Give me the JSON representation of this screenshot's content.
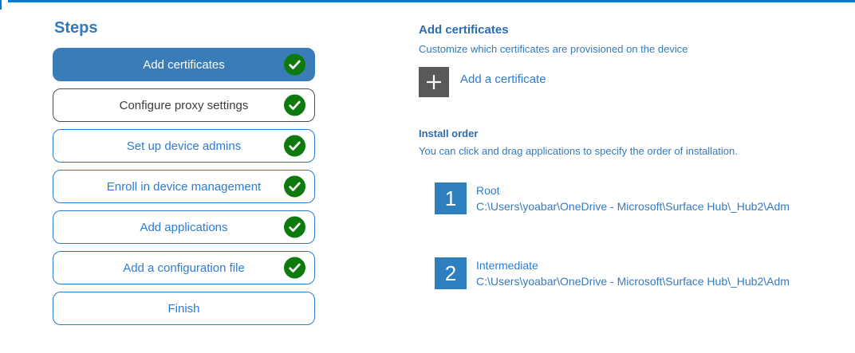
{
  "colors": {
    "accent_blue": "#0078D7",
    "title_blue": "#3179BE",
    "selected_fill": "#3A7CB8",
    "step_blue": "#2B7CD3",
    "step_gray_border": "#4D4D4D",
    "step_gray_text": "#3C3C3C",
    "check_green": "#0E7A0D",
    "tile_gray": "#595959",
    "number_blue": "#2E7FBE",
    "heading_blue": "#2B6CB0",
    "body_blue": "#3579BD",
    "item_blue": "#2B7CD3"
  },
  "sidebar": {
    "title": "Steps",
    "steps": [
      {
        "label": "Add certificates",
        "state": "selected",
        "checked": true
      },
      {
        "label": "Configure proxy settings",
        "state": "hover",
        "checked": true
      },
      {
        "label": "Set up device admins",
        "state": "normal",
        "checked": true
      },
      {
        "label": "Enroll in device management",
        "state": "normal",
        "checked": true
      },
      {
        "label": "Add applications",
        "state": "normal",
        "checked": true
      },
      {
        "label": "Add a configuration file",
        "state": "normal",
        "checked": true
      },
      {
        "label": "Finish",
        "state": "normal",
        "checked": false
      }
    ]
  },
  "content": {
    "title": "Add certificates",
    "subtitle": "Customize which certificates are provisioned on the device",
    "add_button": {
      "icon": "plus-icon",
      "label": "Add a certificate"
    },
    "install_order": {
      "title": "Install order",
      "description": "You can click and drag applications to specify the order of installation.",
      "items": [
        {
          "number": "1",
          "name": "Root",
          "path": "C:\\Users\\yoabar\\OneDrive - Microsoft\\Surface Hub\\_Hub2\\Adm"
        },
        {
          "number": "2",
          "name": "Intermediate",
          "path": "C:\\Users\\yoabar\\OneDrive - Microsoft\\Surface Hub\\_Hub2\\Adm"
        }
      ]
    }
  }
}
